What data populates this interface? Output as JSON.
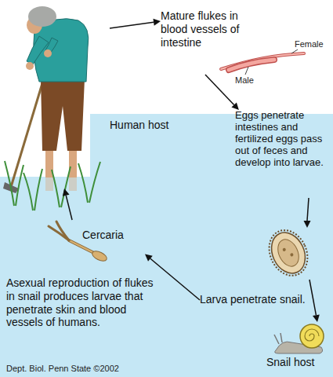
{
  "diagram": {
    "nodes": [
      {
        "text": [
          "Human host"
        ]
      },
      {
        "text": [
          "Mature flukes in blood vessels of intestine"
        ]
      },
      {
        "text": [
          "Eggs penetrate intestines and fertilized eggs pass out of feces and develop into larvae."
        ]
      },
      {
        "text": [
          "Cercaria"
        ]
      },
      {
        "text": [
          "Asexual reproduction of flukes in snail produces larvae that penetrate skin and blood vessels of humans."
        ]
      },
      {
        "text": [
          "Larva penetrate snail."
        ]
      },
      {
        "text": [
          "Snail host"
        ]
      }
    ],
    "edges": [
      {
        "from": 0,
        "to": 1,
        "arrow": "to"
      },
      {
        "from": 1,
        "to": 2,
        "arrow": "to"
      },
      {
        "from": 5,
        "to": 3,
        "arrow": "to"
      },
      {
        "from": 3,
        "to": 0,
        "arrow": "to"
      }
    ],
    "labels": [
      "Female",
      "Male",
      "Dept. Biol. Penn State ©2002"
    ]
  }
}
